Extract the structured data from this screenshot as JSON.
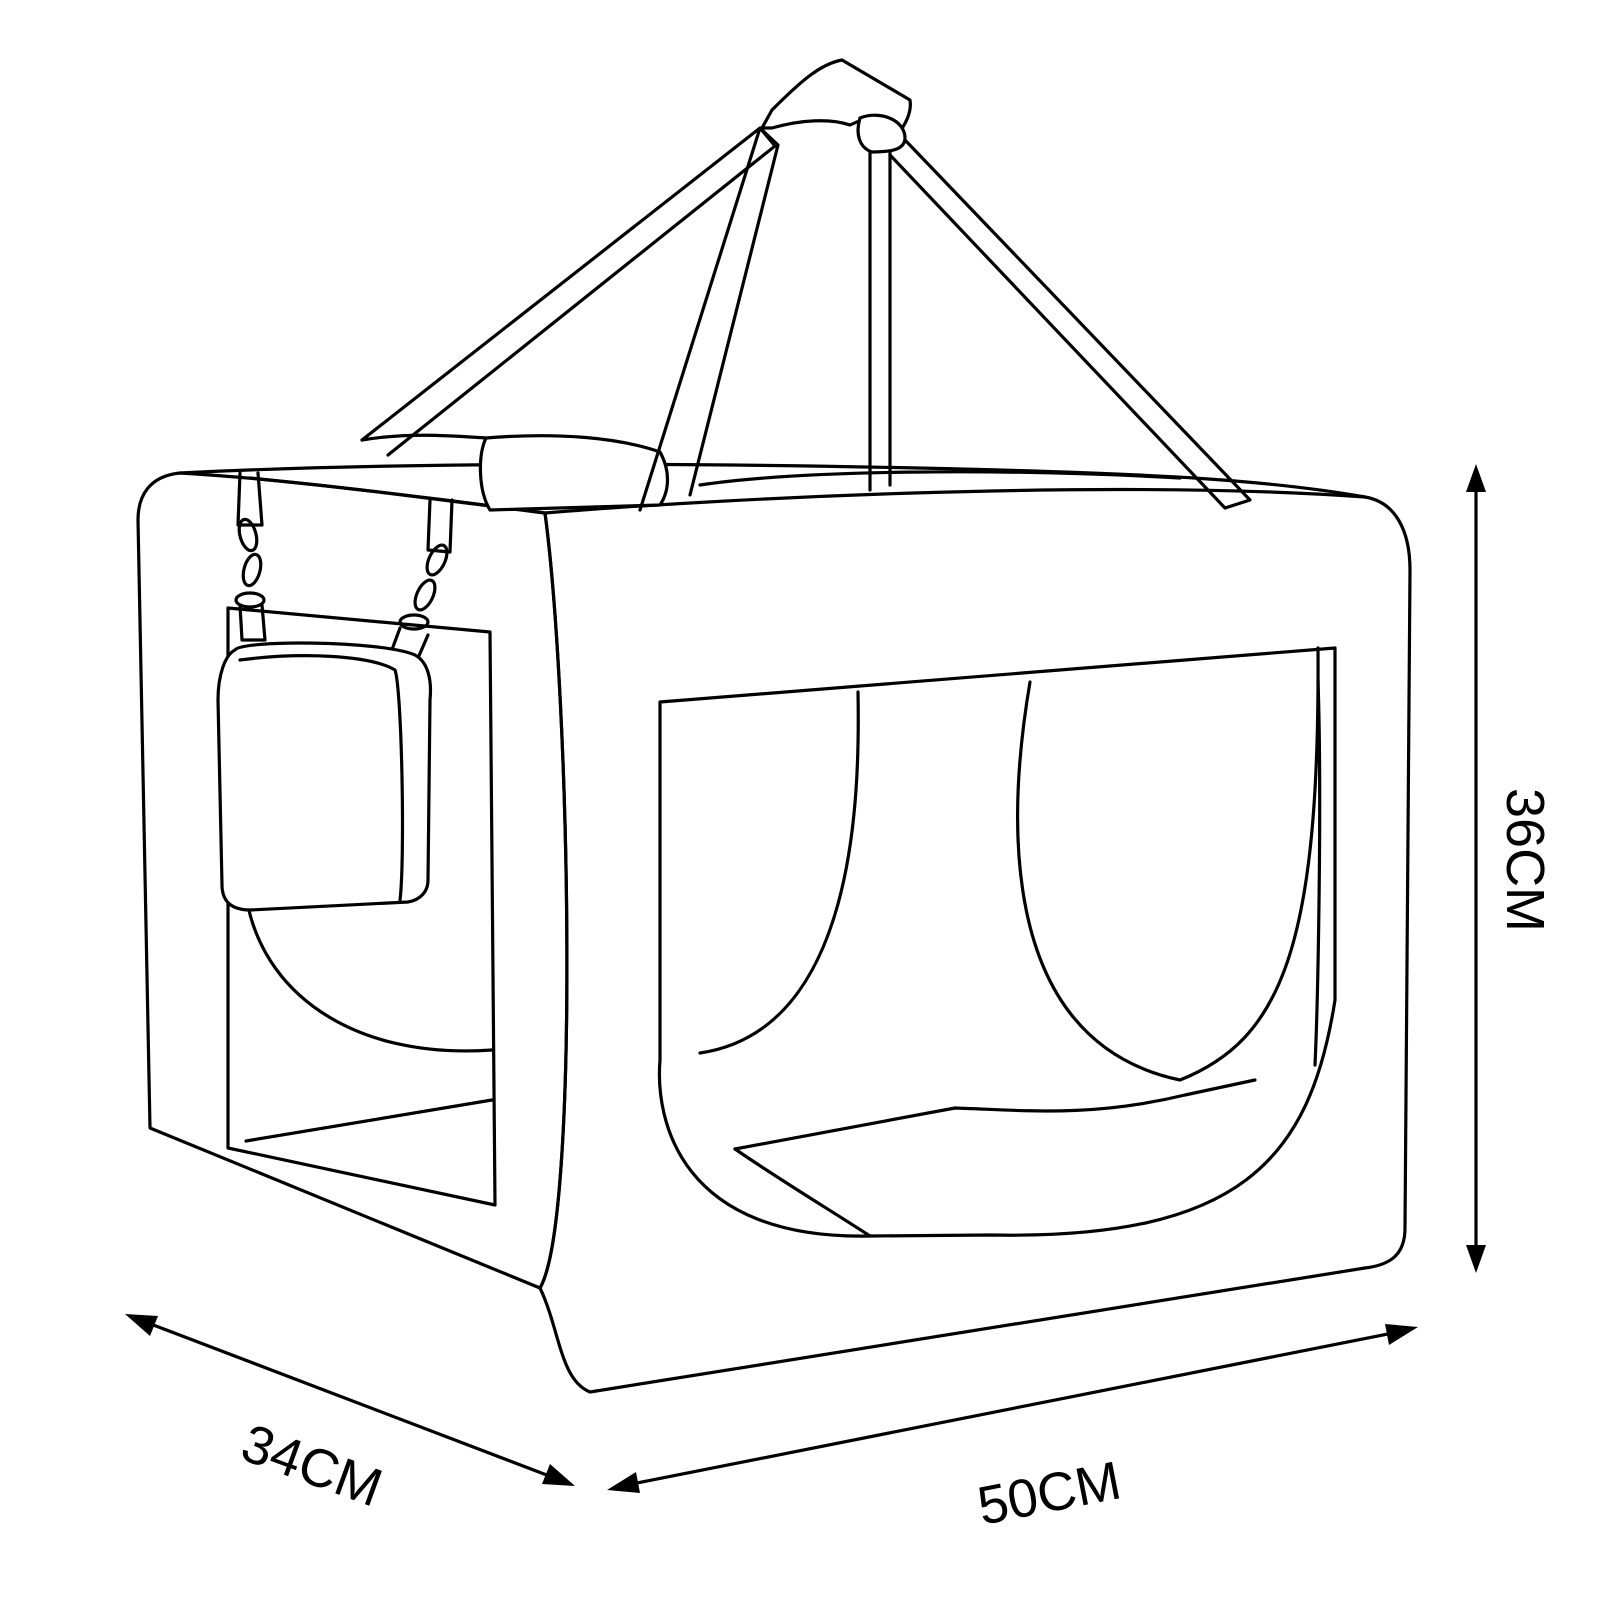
{
  "dimensions": {
    "depth_label": "34CM",
    "width_label": "50CM",
    "height_label": "36CM"
  },
  "colors": {
    "line": "#000000",
    "background": "#ffffff"
  },
  "icons": {
    "arrowhead": "triangle-arrowhead"
  }
}
